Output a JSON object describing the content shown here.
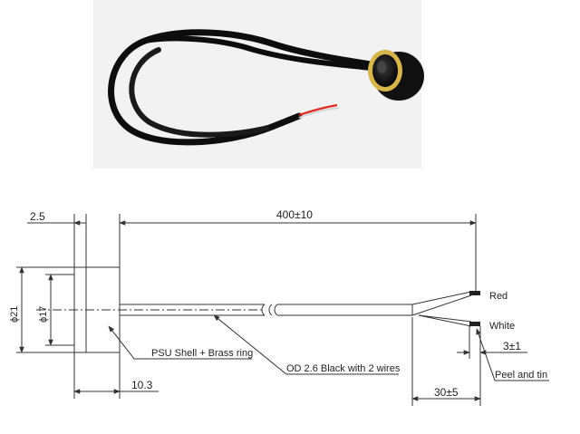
{
  "photo": {
    "subject": "piezo-disc-sensor-with-black-cable-and-red-white-leads",
    "colors": {
      "background": "#f2f2f2",
      "cable": "#0d0d0d",
      "brass_ring": "#d8b54a",
      "red_wire": "#e0281e"
    }
  },
  "drawing": {
    "dims": {
      "shell_width": "2.5",
      "cable_length": "400±10",
      "outer_diameter": "ϕ21",
      "inner_diameter": "ϕ17",
      "shell_depth": "10.3",
      "strip_length": "3±1",
      "split_length": "30±5"
    },
    "labels": {
      "shell": "PSU Shell + Brass ring",
      "cable": "OD 2.6 Black with 2 wires",
      "red_wire": "Red",
      "white_wire": "White",
      "wire_end": "Peel and tin"
    },
    "colors": {
      "line": "#333333",
      "text": "#222222"
    }
  }
}
